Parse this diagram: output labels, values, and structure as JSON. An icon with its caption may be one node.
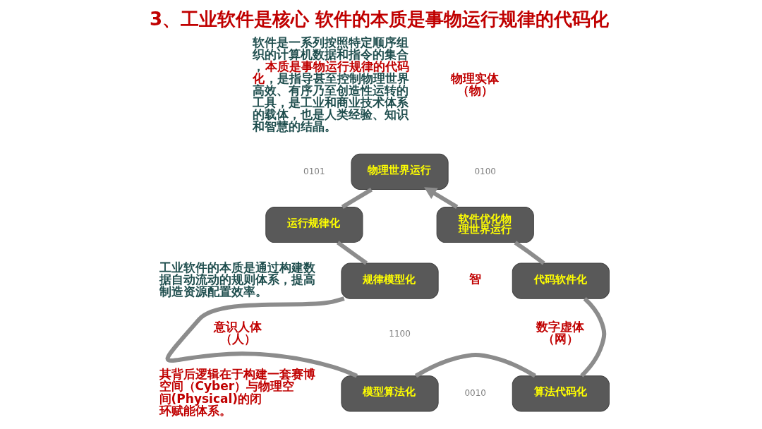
{
  "diagram": {
    "title": "3、工业软件是核心 软件的本质是事物运行规律的代码化",
    "nodes": [
      {
        "text": [
          "物理世界运行"
        ]
      },
      {
        "text": [
          "运行规律化"
        ]
      },
      {
        "text": [
          "软件优化物理世界运行"
        ]
      },
      {
        "text": [
          "规律模型化"
        ]
      },
      {
        "text": [
          "代码软件化"
        ]
      },
      {
        "text": [
          "模型算法化"
        ]
      },
      {
        "text": [
          "算法代码化"
        ]
      }
    ],
    "edges": [
      {
        "from": 0,
        "to": 1,
        "arrow": "none"
      },
      {
        "from": 1,
        "to": 3,
        "arrow": "none"
      },
      {
        "from": 3,
        "to": 5,
        "arrow": "none"
      },
      {
        "from": 5,
        "to": 6,
        "arrow": "none"
      },
      {
        "from": 6,
        "to": 4,
        "arrow": "none"
      },
      {
        "from": 4,
        "to": 2,
        "arrow": "none"
      },
      {
        "from": 2,
        "to": 0,
        "arrow": "to"
      }
    ],
    "labels": [
      "软件是一系列按照特定顺序组织的计算机数据和指令的集合，**本质是事物运行规律的代码化**，是指导甚至控制物理世界高效、有序乃至创造性运转的工具，是工业和商业技术体系的载体，也是人类经验、知识和智慧的结晶。",
      "工业软件的本质是通过构建数据自动流动的规则体系，提高制造资源配置效率。",
      "其背后逻辑在于构建一套赛博空间（Cyber）与物理空间(Physical)的闭环赋能体系。",
      "物理实体（物）",
      "0101",
      "0100",
      "智",
      "意识人体（人）",
      "1100",
      "数字虚体（网）",
      "0010"
    ]
  }
}
